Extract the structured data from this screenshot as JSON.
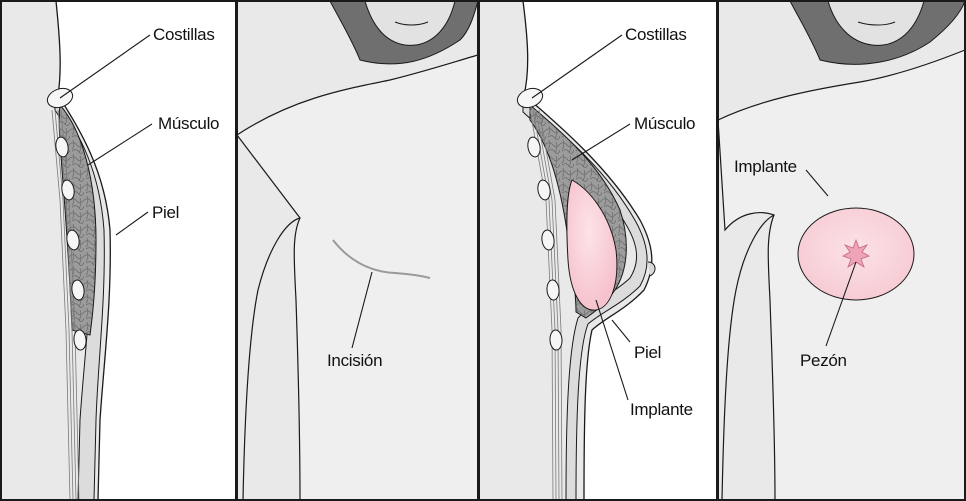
{
  "panels": [
    {
      "id": "panel-1",
      "labels": {
        "ribs": "Costillas",
        "muscle": "Músculo",
        "skin": "Piel"
      }
    },
    {
      "id": "panel-2",
      "labels": {
        "incision": "Incisión"
      }
    },
    {
      "id": "panel-3",
      "labels": {
        "ribs": "Costillas",
        "muscle": "Músculo",
        "skin": "Piel",
        "implant": "Implante"
      }
    },
    {
      "id": "panel-4",
      "labels": {
        "implant": "Implante",
        "nipple": "Pezón"
      }
    }
  ],
  "colors": {
    "background": "#e9e9e9",
    "skin_body": "#eeeeee",
    "hair": "#6f6f6f",
    "muscle": "#9a9a9a",
    "rib": "#f6f6f6",
    "implant": "#f8cfd6",
    "nipple": "#eea3b6",
    "outline": "#1a1a1a"
  }
}
